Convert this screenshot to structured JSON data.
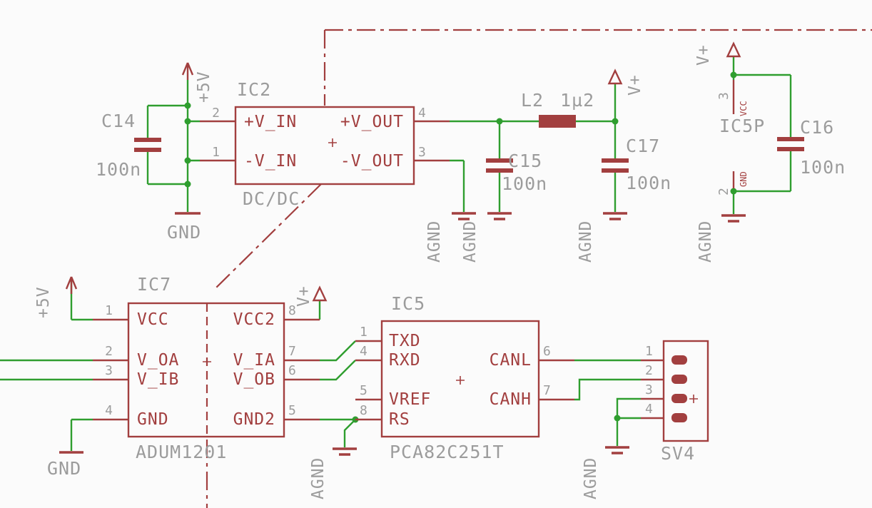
{
  "colors": {
    "symbol": "#a23f3f",
    "wire": "#2f9e2f",
    "label": "#9c9c9c",
    "background": "#fbfbfb"
  },
  "net_labels": {
    "plus5v": "+5V",
    "gnd": "GND",
    "vplus": "V+",
    "agnd": "AGND"
  },
  "components": {
    "ic2": {
      "ref": "IC2",
      "value": "DC/DC",
      "pins": [
        {
          "num": "2",
          "name": "+V_IN"
        },
        {
          "num": "1",
          "name": "-V_IN"
        },
        {
          "num": "4",
          "name": "+V_OUT"
        },
        {
          "num": "3",
          "name": "-V_OUT"
        }
      ]
    },
    "c14": {
      "ref": "C14",
      "value": "100n"
    },
    "c15": {
      "ref": "C15",
      "value": "100n"
    },
    "c16": {
      "ref": "C16",
      "value": "100n"
    },
    "c17": {
      "ref": "C17",
      "value": "100n"
    },
    "l2": {
      "ref": "L2",
      "value": "1µ2"
    },
    "ic5p": {
      "ref": "IC5P",
      "pins": [
        {
          "num": "3",
          "name": "VCC"
        },
        {
          "num": "2",
          "name": "GND"
        }
      ]
    },
    "ic7": {
      "ref": "IC7",
      "value": "ADUM1201",
      "pins": [
        {
          "num": "1",
          "name": "VCC"
        },
        {
          "num": "2",
          "name": "V_OA"
        },
        {
          "num": "3",
          "name": "V_IB"
        },
        {
          "num": "4",
          "name": "GND"
        },
        {
          "num": "8",
          "name": "VCC2"
        },
        {
          "num": "7",
          "name": "V_IA"
        },
        {
          "num": "6",
          "name": "V_OB"
        },
        {
          "num": "5",
          "name": "GND2"
        }
      ]
    },
    "ic5": {
      "ref": "IC5",
      "value": "PCA82C251T",
      "pins": [
        {
          "num": "1",
          "name": "TXD"
        },
        {
          "num": "4",
          "name": "RXD"
        },
        {
          "num": "5",
          "name": "VREF"
        },
        {
          "num": "8",
          "name": "RS"
        },
        {
          "num": "6",
          "name": "CANL"
        },
        {
          "num": "7",
          "name": "CANH"
        }
      ]
    },
    "sv4": {
      "ref": "SV4",
      "pins": [
        "1",
        "2",
        "3",
        "4"
      ]
    }
  }
}
